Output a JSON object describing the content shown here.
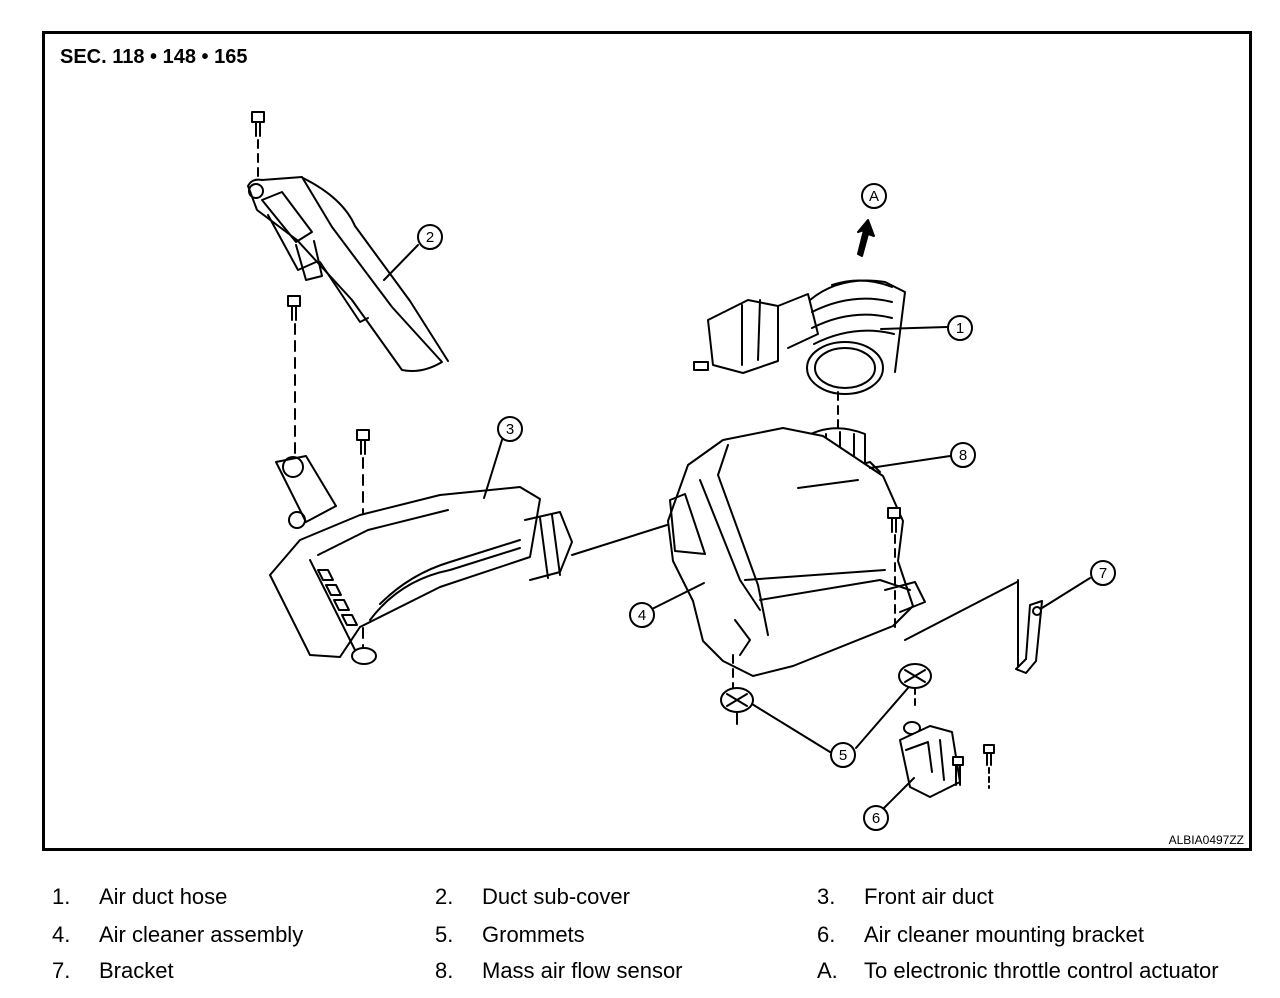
{
  "section_title": "SEC. 118 • 148 • 165",
  "figure_code": "ALBIA0497ZZ",
  "callouts": [
    {
      "id": "1"
    },
    {
      "id": "2"
    },
    {
      "id": "3"
    },
    {
      "id": "4"
    },
    {
      "id": "5"
    },
    {
      "id": "6"
    },
    {
      "id": "7"
    },
    {
      "id": "8"
    },
    {
      "id": "A"
    }
  ],
  "legend": [
    {
      "num": "1.",
      "text": "Air duct hose"
    },
    {
      "num": "2.",
      "text": "Duct sub-cover"
    },
    {
      "num": "3.",
      "text": "Front air duct"
    },
    {
      "num": "4.",
      "text": "Air cleaner assembly"
    },
    {
      "num": "5.",
      "text": "Grommets"
    },
    {
      "num": "6.",
      "text": "Air cleaner mounting bracket"
    },
    {
      "num": "7.",
      "text": "Bracket"
    },
    {
      "num": "8.",
      "text": "Mass air flow sensor"
    },
    {
      "num": "A.",
      "text": "To electronic throttle control actuator"
    }
  ]
}
